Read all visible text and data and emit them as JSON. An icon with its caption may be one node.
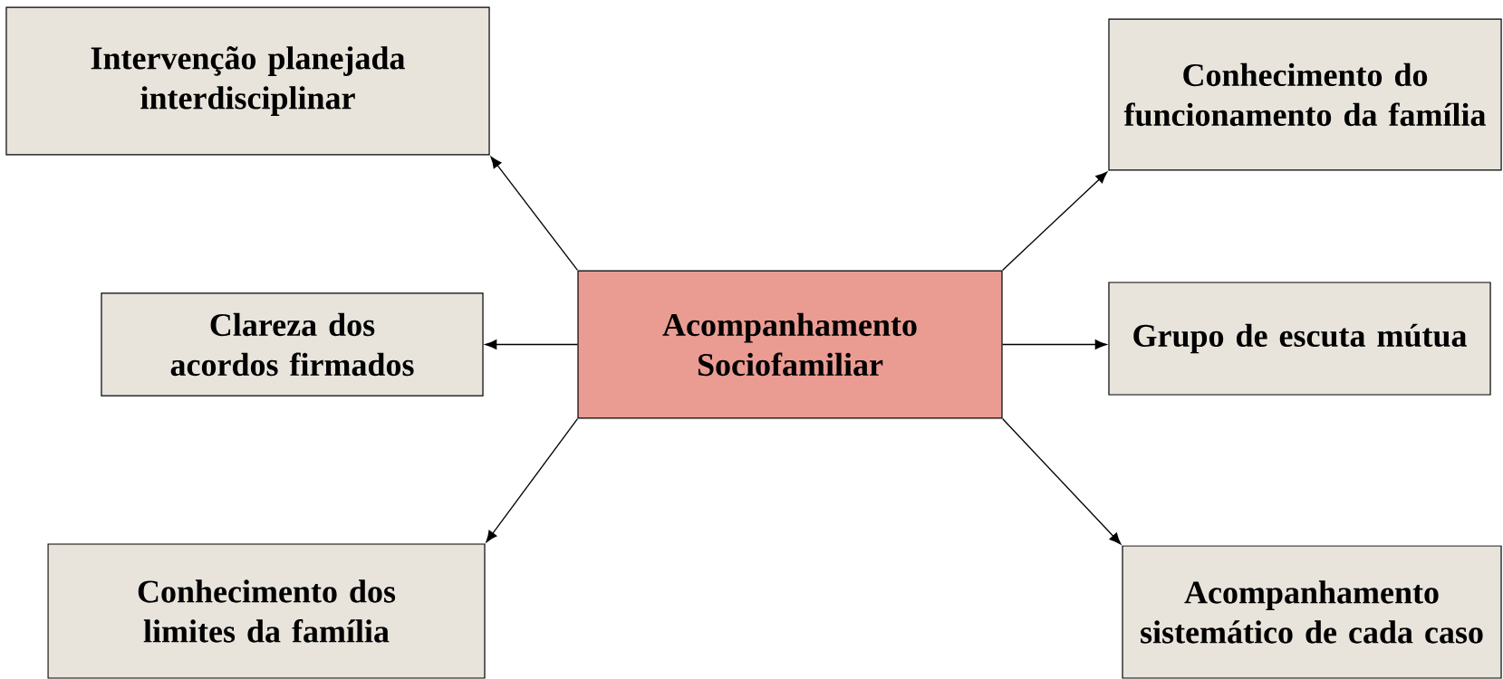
{
  "diagram": {
    "nodes": [
      {
        "text": [
          "Acompanhamento Sociofamiliar"
        ]
      },
      {
        "text": [
          "Intervenção planejada interdisciplinar"
        ]
      },
      {
        "text": [
          "Conhecimento do funcionamento da família"
        ]
      },
      {
        "text": [
          "Clareza dos acordos firmados"
        ]
      },
      {
        "text": [
          "Grupo de escuta mútua"
        ]
      },
      {
        "text": [
          "Conhecimento dos limites da família"
        ]
      },
      {
        "text": [
          "Acompanhamento sistemático de cada caso"
        ]
      }
    ],
    "edges": [
      {
        "from": 0,
        "to": 1,
        "arrow": "to"
      },
      {
        "from": 0,
        "to": 2,
        "arrow": "to"
      },
      {
        "from": 0,
        "to": 3,
        "arrow": "to"
      },
      {
        "from": 0,
        "to": 4,
        "arrow": "to"
      },
      {
        "from": 0,
        "to": 5,
        "arrow": "to"
      },
      {
        "from": 0,
        "to": 6,
        "arrow": "to"
      }
    ]
  }
}
